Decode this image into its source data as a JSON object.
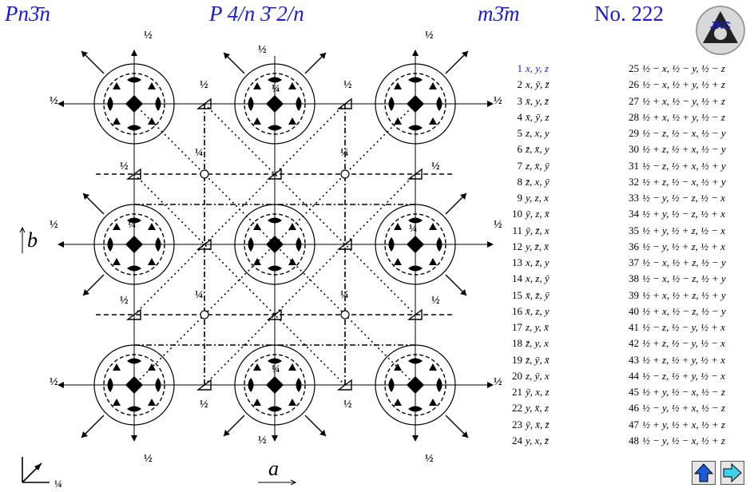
{
  "header": {
    "short_symbol": "Pn3̄n",
    "full_symbol": "P 4/n 3̄ 2/n",
    "point_group": "m3̄m",
    "number": "No. 222"
  },
  "logo": {
    "text": "JKC",
    "color": "#1a1adc"
  },
  "axes": {
    "b": "b",
    "a": "a"
  },
  "fractions": {
    "half": "½",
    "quarter": "¼"
  },
  "positions_col1": [
    {
      "n": "1",
      "xyz": "x, y, z"
    },
    {
      "n": "2",
      "xyz": "x, ȳ, z̄"
    },
    {
      "n": "3",
      "xyz": "x̄, y, z̄"
    },
    {
      "n": "4",
      "xyz": "x̄, ȳ, z"
    },
    {
      "n": "5",
      "xyz": "z, x, y"
    },
    {
      "n": "6",
      "xyz": "z̄, x̄, y"
    },
    {
      "n": "7",
      "xyz": "z, x̄, ȳ"
    },
    {
      "n": "8",
      "xyz": "z̄, x, ȳ"
    },
    {
      "n": "9",
      "xyz": "y, z, x"
    },
    {
      "n": "10",
      "xyz": "ȳ, z, x̄"
    },
    {
      "n": "11",
      "xyz": "ȳ, z̄, x"
    },
    {
      "n": "12",
      "xyz": "y, z̄, x̄"
    },
    {
      "n": "13",
      "xyz": "x, z̄, y"
    },
    {
      "n": "14",
      "xyz": "x, z, ȳ"
    },
    {
      "n": "15",
      "xyz": "x̄, z̄, ȳ"
    },
    {
      "n": "16",
      "xyz": "x̄, z, y"
    },
    {
      "n": "17",
      "xyz": "z, y, x̄"
    },
    {
      "n": "18",
      "xyz": "z̄, y, x"
    },
    {
      "n": "19",
      "xyz": "z̄, ȳ, x̄"
    },
    {
      "n": "20",
      "xyz": "z, ȳ, x"
    },
    {
      "n": "21",
      "xyz": "ȳ, x, z"
    },
    {
      "n": "22",
      "xyz": "y, x̄, z"
    },
    {
      "n": "23",
      "xyz": "ȳ, x̄, z̄"
    },
    {
      "n": "24",
      "xyz": "y, x, z̄"
    }
  ],
  "positions_col2": [
    {
      "n": "25",
      "xyz": "½ − x, ½ − y, ½ − z"
    },
    {
      "n": "26",
      "xyz": "½ − x, ½ + y, ½ + z"
    },
    {
      "n": "27",
      "xyz": "½ + x, ½ − y, ½ + z"
    },
    {
      "n": "28",
      "xyz": "½ + x, ½ + y, ½ − z"
    },
    {
      "n": "29",
      "xyz": "½ − z, ½ − x, ½ − y"
    },
    {
      "n": "30",
      "xyz": "½ + z, ½ + x, ½ − y"
    },
    {
      "n": "31",
      "xyz": "½ − z, ½ + x, ½ + y"
    },
    {
      "n": "32",
      "xyz": "½ + z, ½ − x, ½ + y"
    },
    {
      "n": "33",
      "xyz": "½ − y, ½ − z, ½ − x"
    },
    {
      "n": "34",
      "xyz": "½ + y, ½ − z, ½ + x"
    },
    {
      "n": "35",
      "xyz": "½ + y, ½ + z, ½ − x"
    },
    {
      "n": "36",
      "xyz": "½ − y, ½ + z, ½ + x"
    },
    {
      "n": "37",
      "xyz": "½ − x, ½ + z, ½ − y"
    },
    {
      "n": "38",
      "xyz": "½ − x, ½ − z, ½ + y"
    },
    {
      "n": "39",
      "xyz": "½ + x, ½ + z, ½ + y"
    },
    {
      "n": "40",
      "xyz": "½ + x, ½ − z, ½ − y"
    },
    {
      "n": "41",
      "xyz": "½ − z, ½ − y, ½ + x"
    },
    {
      "n": "42",
      "xyz": "½ + z, ½ − y, ½ − x"
    },
    {
      "n": "43",
      "xyz": "½ + z, ½ + y, ½ + x"
    },
    {
      "n": "44",
      "xyz": "½ − z, ½ + y, ½ − x"
    },
    {
      "n": "45",
      "xyz": "½ + y, ½ − x, ½ − z"
    },
    {
      "n": "46",
      "xyz": "½ − y, ½ + x, ½ − z"
    },
    {
      "n": "47",
      "xyz": "½ + y, ½ + x, ½ + z"
    },
    {
      "n": "48",
      "xyz": "½ − y, ½ − x, ½ + z"
    }
  ],
  "nav": {
    "up_icon": "up-arrow-icon",
    "next_icon": "right-arrow-icon",
    "up_color": "#1a5adc",
    "next_color": "#3fd0e8"
  }
}
